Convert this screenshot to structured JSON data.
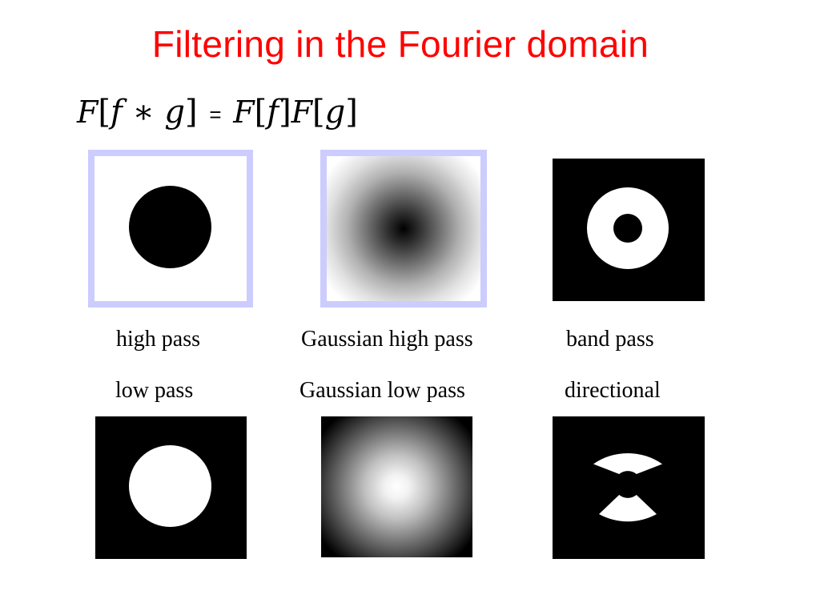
{
  "slide": {
    "title": "Filtering in the Fourier domain",
    "formula": {
      "left_operator": "F",
      "left_f": "f",
      "star": "∗",
      "left_g": "g",
      "equals": "=",
      "right_operator_1": "F",
      "right_f": "f",
      "right_operator_2": "F",
      "right_g": "g"
    }
  },
  "filters": {
    "row1": [
      {
        "label": "high pass"
      },
      {
        "label": "Gaussian high pass"
      },
      {
        "label": "band pass"
      }
    ],
    "row2": [
      {
        "label": "low pass"
      },
      {
        "label": "Gaussian low pass"
      },
      {
        "label": "directional"
      }
    ]
  },
  "colors": {
    "title": "#ff0000",
    "frame": "#ccccff"
  }
}
